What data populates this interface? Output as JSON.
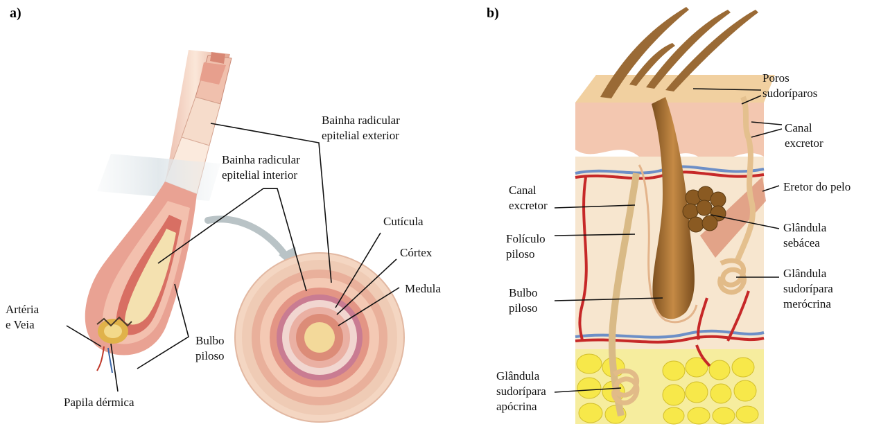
{
  "panel_a": {
    "letter": "a)",
    "labels": {
      "outer_sheath": [
        "Bainha radicular",
        "epitelial exterior"
      ],
      "inner_sheath": [
        "Bainha radicular",
        "epitelial interior"
      ],
      "cuticle": "Cutícula",
      "cortex": "Córtex",
      "medulla": "Medula",
      "artery_vein": [
        "Artéria",
        "e Veia"
      ],
      "hair_bulb": [
        "Bulbo",
        "piloso"
      ],
      "dermal_papilla": "Papila dérmica"
    }
  },
  "panel_b": {
    "letter": "b)",
    "labels": {
      "sweat_pores": [
        "Poros",
        "sudoríparos"
      ],
      "excretory_duct_right": [
        "Canal",
        "excretor"
      ],
      "arrector_pili": "Eretor do pelo",
      "sebaceous_gland": [
        "Glândula",
        "sebácea"
      ],
      "eccrine_gland": [
        "Glândula",
        "sudorípara",
        "merócrina"
      ],
      "excretory_duct_left": [
        "Canal",
        "excretor"
      ],
      "hair_follicle": [
        "Folículo",
        "piloso"
      ],
      "hair_bulb": [
        "Bulbo",
        "piloso"
      ],
      "apocrine_gland": [
        "Glândula",
        "sudorípara",
        "apócrina"
      ]
    }
  }
}
